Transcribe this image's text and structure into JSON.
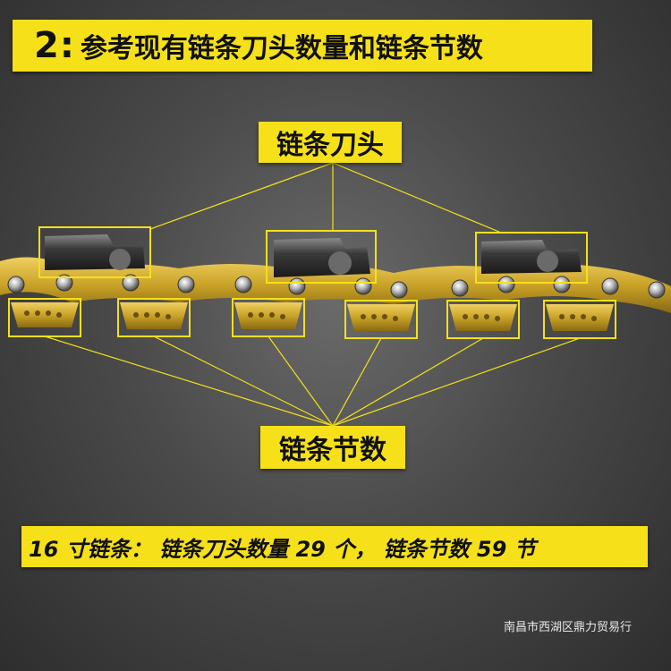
{
  "header": {
    "number": "2:",
    "title": "参考现有链条刀头数量和链条节数"
  },
  "labels": {
    "cutter": "链条刀头",
    "link": "链条节数"
  },
  "info": {
    "text": "16 寸链条： 链条刀头数量 29 个， 链条节数 59 节"
  },
  "watermark": "南昌市西湖区鼎力贸易行",
  "colors": {
    "accent": "#f5e01a",
    "chain_gold": "#c9a227",
    "cutter_dark": "#2a2a2a"
  }
}
